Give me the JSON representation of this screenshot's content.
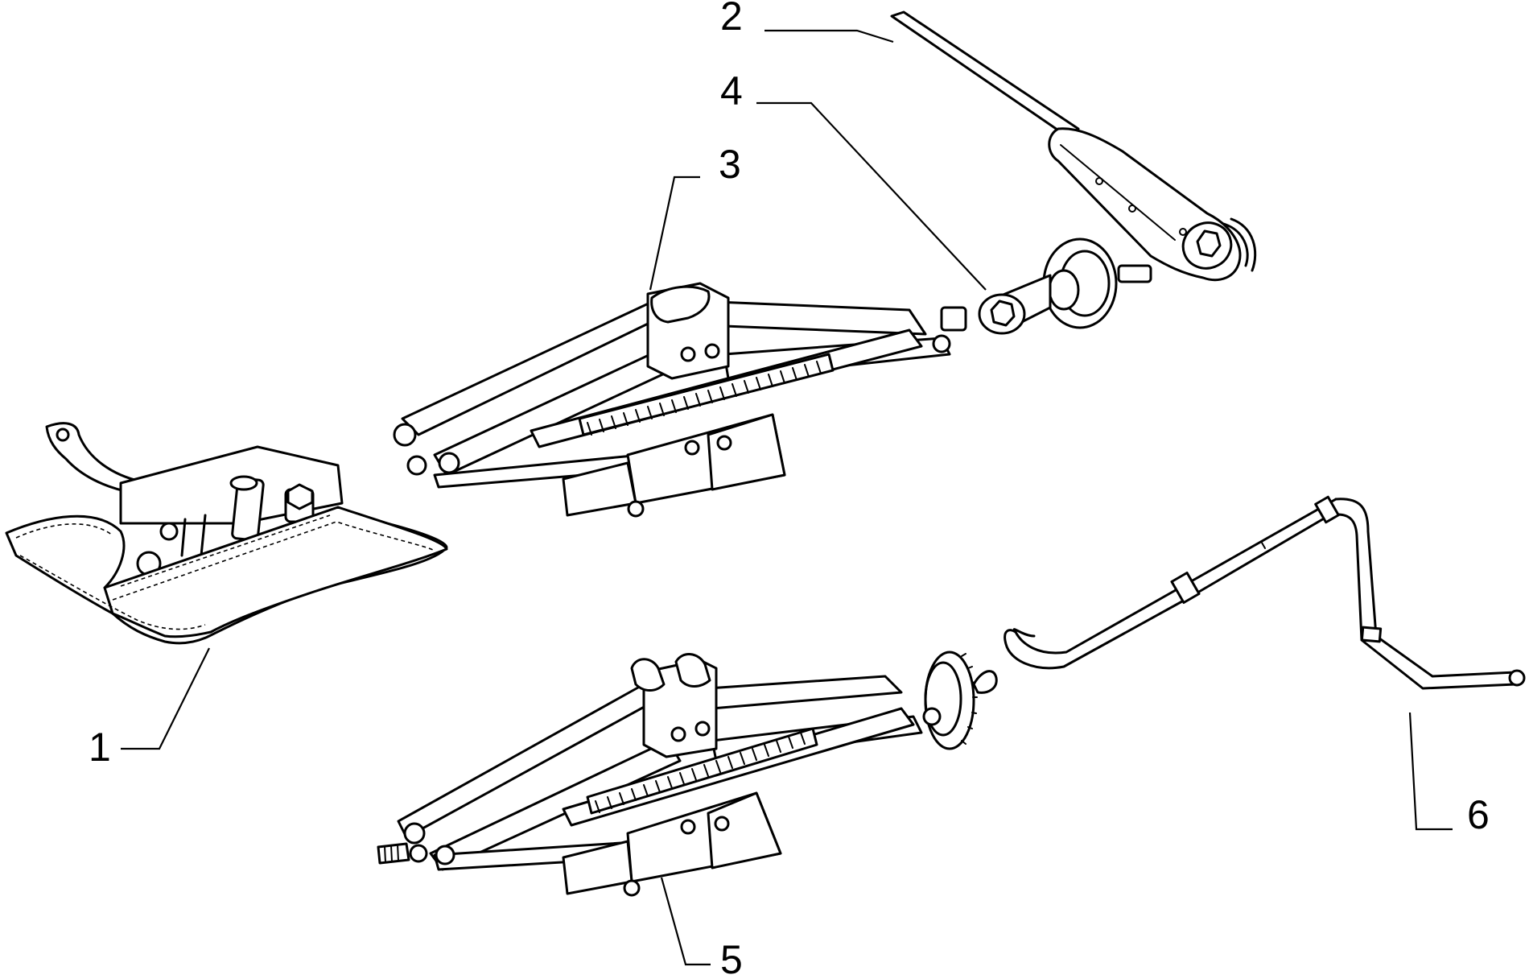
{
  "callouts": [
    {
      "number": "1",
      "part": "tool-pouch"
    },
    {
      "number": "2",
      "part": "wheel-wrench"
    },
    {
      "number": "3",
      "part": "scissor-jack-upper"
    },
    {
      "number": "4",
      "part": "socket-adapter"
    },
    {
      "number": "5",
      "part": "scissor-jack-lower"
    },
    {
      "number": "6",
      "part": "jack-crank-handle"
    }
  ]
}
